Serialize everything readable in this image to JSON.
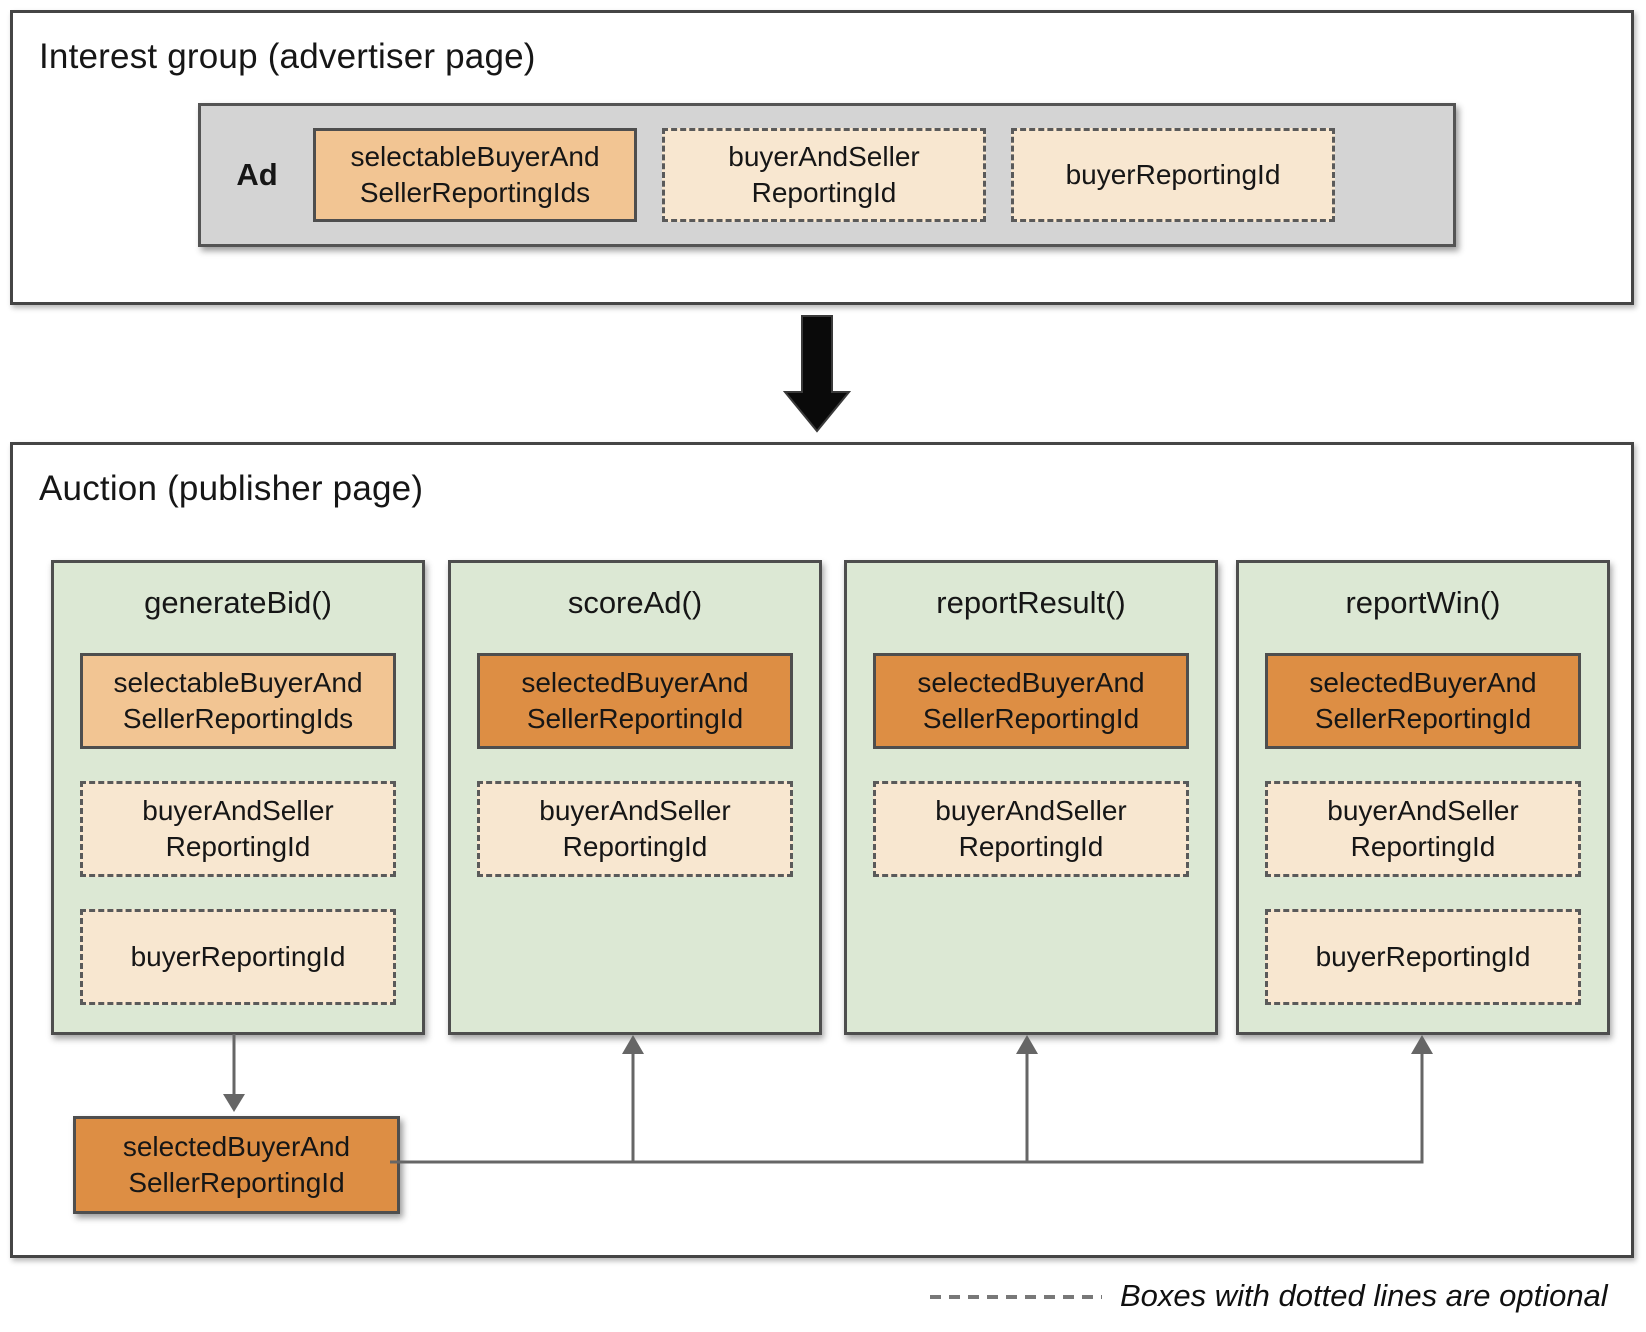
{
  "interest_group": {
    "title": "Interest group (advertiser page)",
    "ad_label": "Ad",
    "boxes": [
      {
        "label": "selectableBuyerAnd\nSellerReportingIds",
        "optional": false
      },
      {
        "label": "buyerAndSeller\nReportingId",
        "optional": true
      },
      {
        "label": "buyerReportingId",
        "optional": true
      }
    ]
  },
  "auction": {
    "title": "Auction (publisher page)",
    "columns": [
      {
        "title": "generateBid()",
        "boxes": [
          {
            "label": "selectableBuyerAnd\nSellerReportingIds",
            "variant": "selectable",
            "optional": false
          },
          {
            "label": "buyerAndSeller\nReportingId",
            "variant": "optional",
            "optional": true
          },
          {
            "label": "buyerReportingId",
            "variant": "optional",
            "optional": true
          }
        ]
      },
      {
        "title": "scoreAd()",
        "boxes": [
          {
            "label": "selectedBuyerAnd\nSellerReportingId",
            "variant": "selected",
            "optional": false
          },
          {
            "label": "buyerAndSeller\nReportingId",
            "variant": "optional",
            "optional": true
          }
        ]
      },
      {
        "title": "reportResult()",
        "boxes": [
          {
            "label": "selectedBuyerAnd\nSellerReportingId",
            "variant": "selected",
            "optional": false
          },
          {
            "label": "buyerAndSeller\nReportingId",
            "variant": "optional",
            "optional": true
          }
        ]
      },
      {
        "title": "reportWin()",
        "boxes": [
          {
            "label": "selectedBuyerAnd\nSellerReportingId",
            "variant": "selected",
            "optional": false
          },
          {
            "label": "buyerAndSeller\nReportingId",
            "variant": "optional",
            "optional": true
          },
          {
            "label": "buyerReportingId",
            "variant": "optional",
            "optional": true
          }
        ]
      }
    ],
    "selected_output_label": "selectedBuyerAnd\nSellerReportingId"
  },
  "legend": {
    "text": "Boxes with dotted lines are optional"
  },
  "colors": {
    "column_fill": "#dce8d4",
    "optional_fill": "#f8e7d0",
    "selectable_fill": "#f2c593",
    "selected_fill": "#dd8e44",
    "ad_container_fill": "#d4d4d4",
    "connector": "#666666",
    "border": "#4e4e4e"
  }
}
